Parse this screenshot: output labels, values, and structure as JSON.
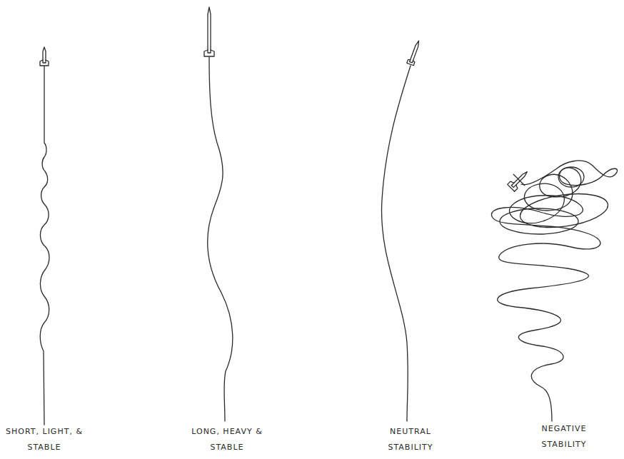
{
  "diagram": {
    "labels": [
      "SHORT, LIGHT, & STABLE",
      "LONG, HEAVY & STABLE",
      "NEUTRAL STABILITY",
      "NEGATIVE STABILITY"
    ]
  }
}
